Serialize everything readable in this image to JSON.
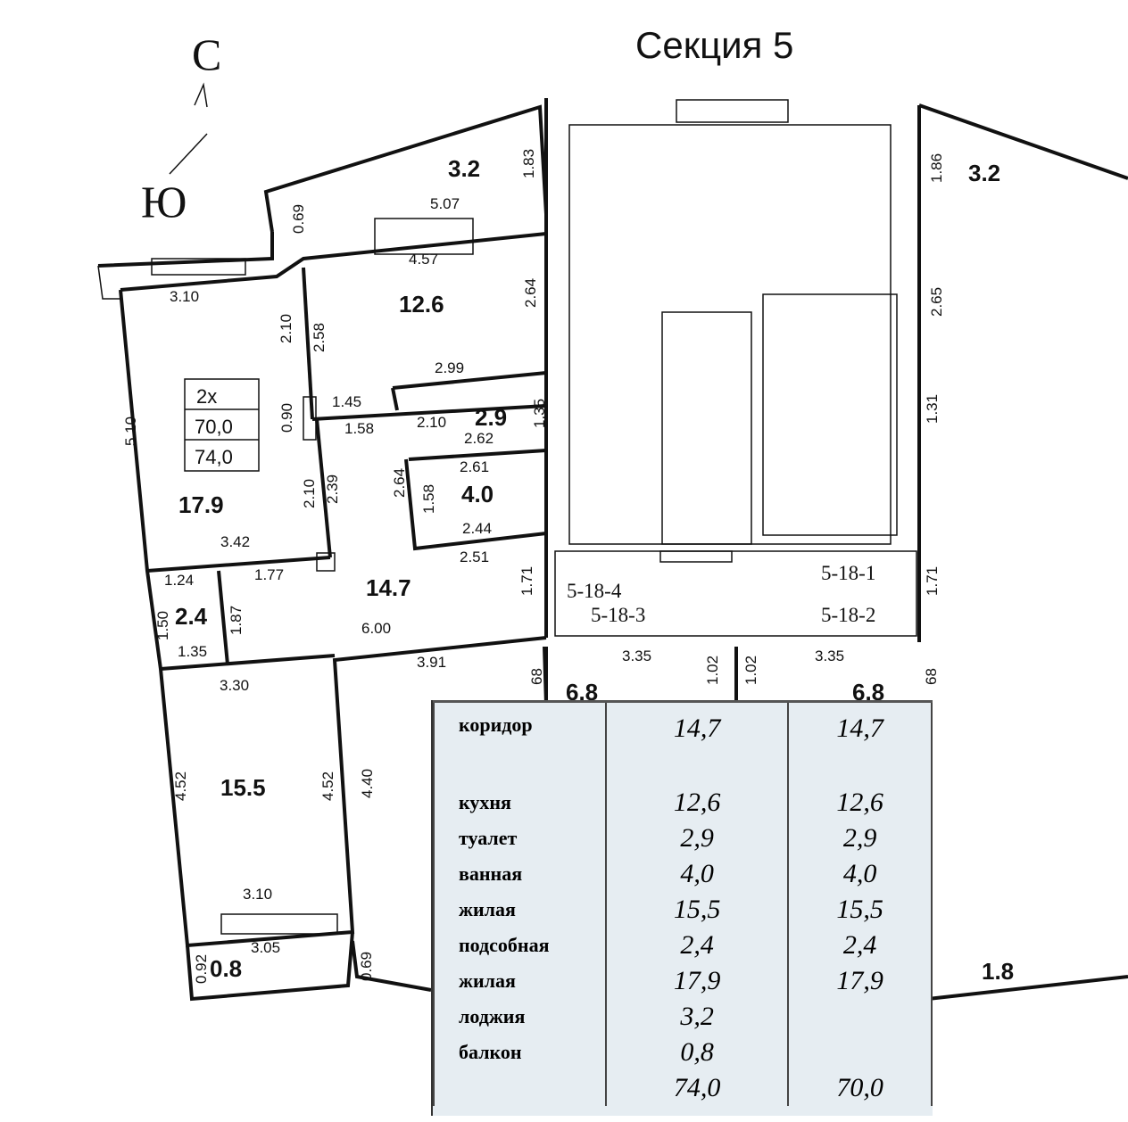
{
  "title": "Секция 5",
  "compass": {
    "north": "С",
    "south": "Ю"
  },
  "apartment_box": {
    "rooms": "2х",
    "living_area": "70,0",
    "total_area": "74,0"
  },
  "areas": {
    "loggia_left": "3.2",
    "loggia_right": "3.2",
    "kitchen": "12.6",
    "living_large": "17.9",
    "toilet": "2.9",
    "bath": "4.0",
    "corridor": "14.7",
    "utility": "2.4",
    "living": "15.5",
    "balcony": "0.8",
    "balcony_right": "1.8",
    "partial_left": "6.8",
    "partial_right": "6.8"
  },
  "dims": [
    "5.07",
    "4.57",
    "3.10",
    "2.10",
    "2.58",
    "2.64",
    "1.83",
    "0.69",
    "2.99",
    "1.45",
    "1.58",
    "2.10",
    "1.35",
    "2.62",
    "2.61",
    "2.64",
    "1.58",
    "2.44",
    "2.51",
    "0.90",
    "2.10",
    "2.39",
    "5.10",
    "3.42",
    "1.24",
    "1.77",
    "1.87",
    "1.50",
    "1.35",
    "6.00",
    "1.71",
    "3.30",
    "4.52",
    "4.52",
    "3.10",
    "3.05",
    "0.92",
    "0.69",
    "3.91",
    "4.40",
    "3.35",
    "1.02",
    "68",
    "1.02",
    "3.35",
    "68",
    "1.86",
    "2.65",
    "1.31",
    "1.71"
  ],
  "stair_codes": [
    "5-18-4",
    "5-18-3",
    "5-18-1",
    "5-18-2"
  ],
  "table": {
    "rows": [
      {
        "name": "коридор",
        "total": "14,7",
        "living": "14,7"
      },
      {
        "name": "кухня",
        "total": "12,6",
        "living": "12,6"
      },
      {
        "name": "туалет",
        "total": "2,9",
        "living": "2,9"
      },
      {
        "name": "ванная",
        "total": "4,0",
        "living": "4,0"
      },
      {
        "name": "жилая",
        "total": "15,5",
        "living": "15,5"
      },
      {
        "name": "подсобная",
        "total": "2,4",
        "living": "2,4"
      },
      {
        "name": "жилая",
        "total": "17,9",
        "living": "17,9"
      },
      {
        "name": "лоджия",
        "total": "3,2",
        "living": ""
      },
      {
        "name": "балкон",
        "total": "0,8",
        "living": ""
      },
      {
        "name": "",
        "total": "74,0",
        "living": "70,0"
      }
    ]
  }
}
